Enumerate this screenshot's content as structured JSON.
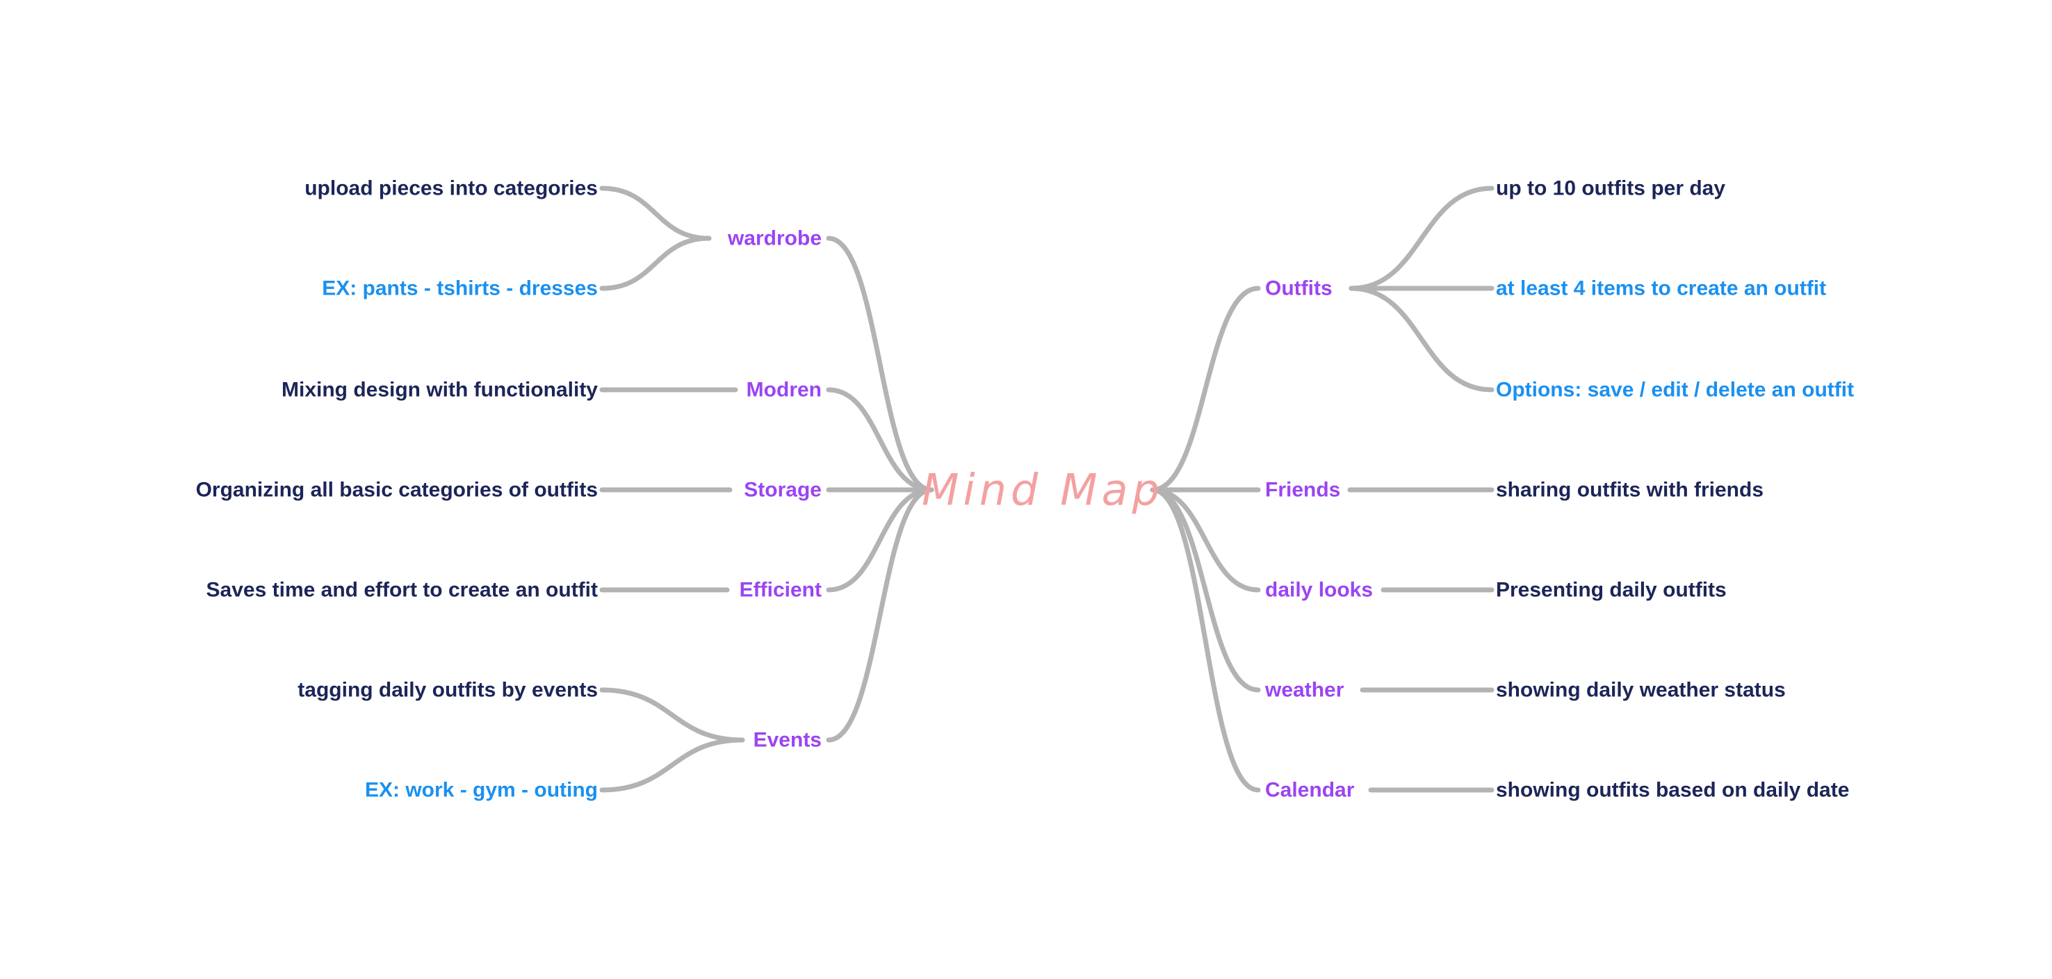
{
  "colors": {
    "center": "#f4a0a0",
    "branch": "#9b44f2",
    "leaf_primary": "#1c2558",
    "leaf_secondary": "#1a90f0",
    "connector": "#b3b3b3",
    "background": "#ffffff"
  },
  "mindmap": {
    "title": "Mind Map",
    "left": [
      {
        "label": "wardrobe",
        "children": [
          {
            "label": "upload pieces into categories",
            "tone": "primary"
          },
          {
            "label": "EX: pants - tshirts - dresses",
            "tone": "secondary"
          }
        ]
      },
      {
        "label": "Modren",
        "children": [
          {
            "label": "Mixing design with functionality",
            "tone": "primary"
          }
        ]
      },
      {
        "label": "Storage",
        "children": [
          {
            "label": "Organizing all basic categories of outfits",
            "tone": "primary"
          }
        ]
      },
      {
        "label": "Efficient",
        "children": [
          {
            "label": "Saves time and effort to create an outfit",
            "tone": "primary"
          }
        ]
      },
      {
        "label": "Events",
        "children": [
          {
            "label": "tagging daily outfits by events",
            "tone": "primary"
          },
          {
            "label": "EX: work - gym - outing",
            "tone": "secondary"
          }
        ]
      }
    ],
    "right": [
      {
        "label": "Outfits",
        "children": [
          {
            "label": "up to 10 outfits per day",
            "tone": "primary"
          },
          {
            "label": "at least 4 items to create an outfit",
            "tone": "secondary"
          },
          {
            "label": "Options: save / edit / delete an outfit",
            "tone": "secondary"
          }
        ]
      },
      {
        "label": "Friends",
        "children": [
          {
            "label": "sharing outfits with friends",
            "tone": "primary"
          }
        ]
      },
      {
        "label": "daily looks",
        "children": [
          {
            "label": "Presenting daily outfits",
            "tone": "primary"
          }
        ]
      },
      {
        "label": "weather",
        "children": [
          {
            "label": "showing daily weather status",
            "tone": "primary"
          }
        ]
      },
      {
        "label": "Calendar",
        "children": [
          {
            "label": "showing outfits based on daily date",
            "tone": "primary"
          }
        ]
      }
    ]
  }
}
